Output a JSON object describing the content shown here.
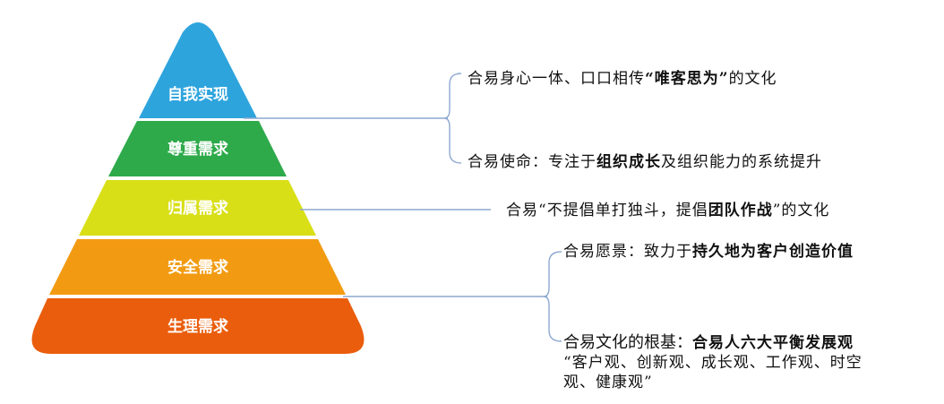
{
  "pyramid": {
    "tiers": [
      {
        "label": "自我实现",
        "color": "#2ea4dd"
      },
      {
        "label": "尊重需求",
        "color": "#2eaa4a"
      },
      {
        "label": "归属需求",
        "color": "#d8df17"
      },
      {
        "label": "安全需求",
        "color": "#f29b12"
      },
      {
        "label": "生理需求",
        "color": "#ea5d0c"
      }
    ]
  },
  "line_color": "#8ea9d2",
  "annotations": {
    "a1": {
      "pre": "合易身心一体、口口相传",
      "bold": "“唯客思为”",
      "post": "的文化"
    },
    "a2": {
      "pre": "合易使命：专注于",
      "bold": "组织成长",
      "post": "及组织能力的系统提升"
    },
    "a3": {
      "pre": "合易“不提倡单打独斗，提倡",
      "bold": "团队作战",
      "post": "”的文化"
    },
    "a4": {
      "pre": "合易愿景：致力于",
      "bold": "持久地为客户创造价值",
      "post": ""
    },
    "a5": {
      "lead": "合易文化的根基：",
      "bold": "合易人六大平衡发展观",
      "line2": "“客户观、创新观、成长观、工作观、时空",
      "line3": "观、健康观”"
    }
  }
}
